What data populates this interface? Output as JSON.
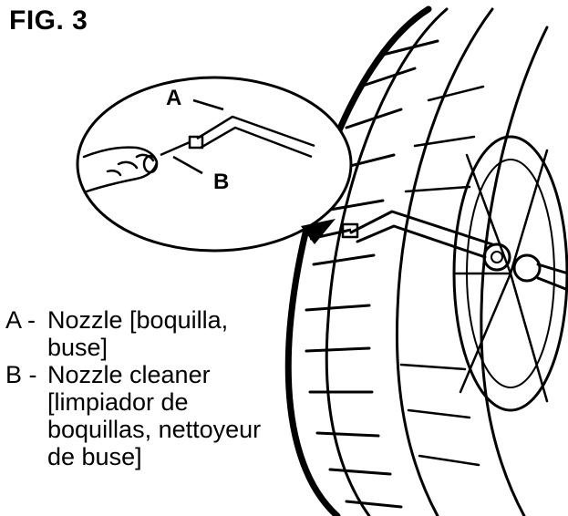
{
  "figure": {
    "title": "FIG. 3"
  },
  "callouts": [
    {
      "letter": "A"
    },
    {
      "letter": "B"
    }
  ],
  "legend": [
    {
      "key": "A -",
      "text": "Nozzle [boquilla,\nbuse]"
    },
    {
      "key": "B -",
      "text": "Nozzle cleaner\n[limpiador de\nboquillas, nettoyeur\nde buse]"
    }
  ]
}
